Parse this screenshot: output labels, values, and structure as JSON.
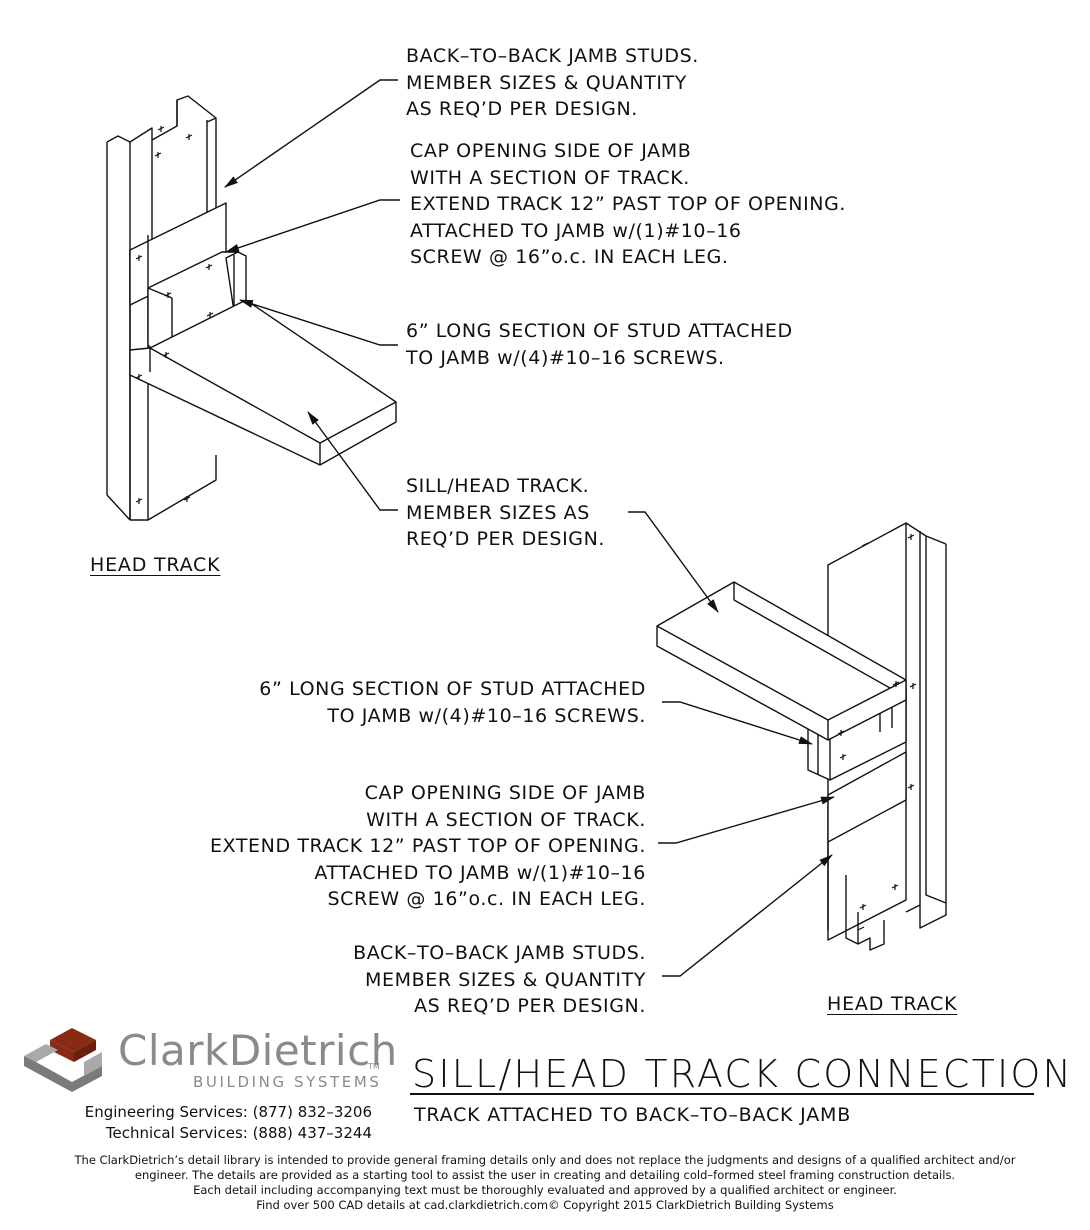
{
  "diagram": {
    "top_detail": {
      "notes": {
        "jamb_studs": [
          "BACK–TO–BACK JAMB STUDS.",
          "MEMBER SIZES & QUANTITY",
          "AS REQ’D PER DESIGN."
        ],
        "cap": [
          "CAP OPENING SIDE OF JAMB",
          "WITH A SECTION OF TRACK.",
          "EXTEND TRACK 12” PAST TOP OF OPENING.",
          "ATTACHED TO JAMB w/(1)#10–16",
          "SCREW @ 16”o.c. IN EACH LEG."
        ],
        "stud_section": [
          "6” LONG SECTION OF STUD ATTACHED",
          "TO JAMB w/(4)#10–16 SCREWS."
        ],
        "sill_head_track": [
          "SILL/HEAD TRACK.",
          "MEMBER SIZES AS",
          "REQ’D PER DESIGN."
        ]
      },
      "caption": "HEAD TRACK"
    },
    "bottom_detail": {
      "notes": {
        "stud_section": [
          "6” LONG SECTION OF STUD ATTACHED",
          "TO JAMB w/(4)#10–16 SCREWS."
        ],
        "cap": [
          "CAP OPENING SIDE OF JAMB",
          "WITH A SECTION OF TRACK.",
          "EXTEND TRACK 12” PAST TOP OF OPENING.",
          "ATTACHED TO JAMB w/(1)#10–16",
          "SCREW @ 16”o.c. IN EACH LEG."
        ],
        "jamb_studs": [
          "BACK–TO–BACK JAMB STUDS.",
          "MEMBER SIZES & QUANTITY",
          "AS REQ’D PER DESIGN."
        ]
      },
      "caption": "HEAD TRACK"
    }
  },
  "title_block": {
    "brand": {
      "name": "ClarkDietrich",
      "trademark": "TM",
      "subtitle": "BUILDING SYSTEMS",
      "logo_colors": {
        "dark": "#8b2a14",
        "mid": "#7a7a7a",
        "light": "#a9a9a9"
      }
    },
    "contact": [
      "Engineering Services: (877) 832–3206",
      "Technical Services: (888) 437–3244"
    ],
    "title": "SILL/HEAD TRACK CONNECTION",
    "subtitle": "TRACK ATTACHED TO BACK–TO–BACK JAMB"
  },
  "disclaimer": {
    "lines": [
      "The ClarkDietrich’s detail library is intended to provide general framing details only and does not replace the judgments and designs of a qualified architect and/or",
      "engineer. The details are provided as a starting tool to assist the user in creating and detailing cold–formed steel framing construction details.",
      "Each detail including accompanying text must be thoroughly evaluated and approved by a qualified architect or engineer."
    ],
    "website": "Find over 500 CAD details at cad.clarkdietrich.com",
    "copyright": "© Copyright 2015 ClarkDietrich Building Systems"
  }
}
